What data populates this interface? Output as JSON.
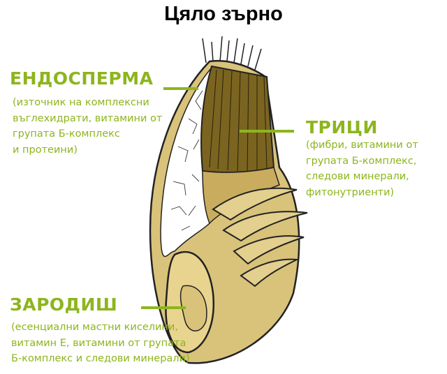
{
  "title": "Цяло зърно",
  "parts": {
    "endosperm": {
      "heading": "ЕНДОСПЕРМА",
      "lines": [
        "(източник на комплексни",
        "въглехидрати, витамини от",
        "групата Б-комплекс",
        "и протеини)"
      ]
    },
    "bran": {
      "heading": "ТРИЦИ",
      "lines": [
        "(фибри, витамини от",
        "групата Б-комплекс,",
        "следови минерали,",
        "фитонутриенти)"
      ]
    },
    "germ": {
      "heading": "ЗАРОДИШ",
      "lines": [
        "(есенциални мастни киселини,",
        "витамин Е, витамини от групата",
        "Б-комплекс и следови минерали)"
      ]
    }
  },
  "colors": {
    "label": "#8db51e",
    "grain": "#d9c27a",
    "bran_dark": "#5a4a1a"
  }
}
